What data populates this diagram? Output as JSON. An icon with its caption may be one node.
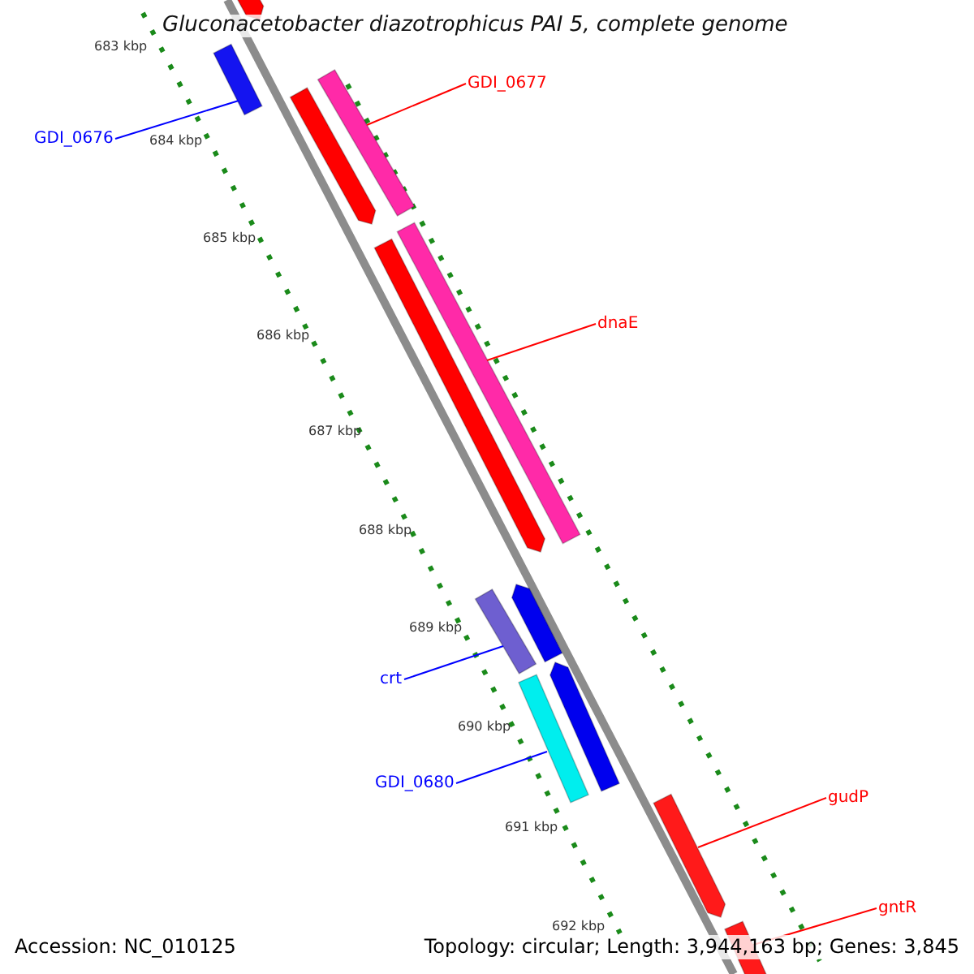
{
  "diagram": {
    "title": "Gluconacetobacter diazotrophicus PAI 5, complete genome",
    "nodes": [
      {
        "text": [
          "GDI_0676"
        ]
      },
      {
        "text": [],
        "shape": "bar"
      },
      {
        "text": [
          "GDI_0677"
        ]
      },
      {
        "text": [],
        "shape": "bar"
      },
      {
        "text": [
          "dnaE"
        ]
      },
      {
        "text": [],
        "shape": "bar"
      },
      {
        "text": [
          "crt"
        ]
      },
      {
        "text": [],
        "shape": "bar"
      },
      {
        "text": [
          "GDI_0680"
        ]
      },
      {
        "text": [],
        "shape": "bar"
      },
      {
        "text": [
          "gudP"
        ]
      },
      {
        "text": [],
        "shape": "bar"
      },
      {
        "text": [
          "gntR"
        ]
      },
      {
        "text": [],
        "shape": "bar"
      },
      {
        "text": [],
        "shape": "bar"
      },
      {
        "text": [],
        "shape": "bar"
      },
      {
        "text": [],
        "shape": "bar"
      },
      {
        "text": [],
        "shape": "bar"
      },
      {
        "text": [],
        "shape": "bar"
      }
    ],
    "edges": [
      {
        "from": 0,
        "to": 1,
        "arrow": "none",
        "color": "#0000ff"
      },
      {
        "from": 2,
        "to": 3,
        "arrow": "none"
      },
      {
        "from": 4,
        "to": 5,
        "arrow": "none"
      },
      {
        "from": 6,
        "to": 7,
        "arrow": "none",
        "color": "#0000ff"
      },
      {
        "from": 8,
        "to": 9,
        "arrow": "none",
        "color": "#0000ff"
      },
      {
        "from": 10,
        "to": 11,
        "arrow": "none"
      },
      {
        "from": 12,
        "to": 13,
        "arrow": "none"
      }
    ],
    "labels": [
      "683 kbp",
      "684 kbp",
      "685 kbp",
      "686 kbp",
      "687 kbp",
      "688 kbp",
      "689 kbp",
      "690 kbp",
      "691 kbp",
      "692 kbp",
      "Accession: NC_010125",
      "Topology: circular; Length: 3,944,163 bp; Genes: 3,845"
    ]
  }
}
